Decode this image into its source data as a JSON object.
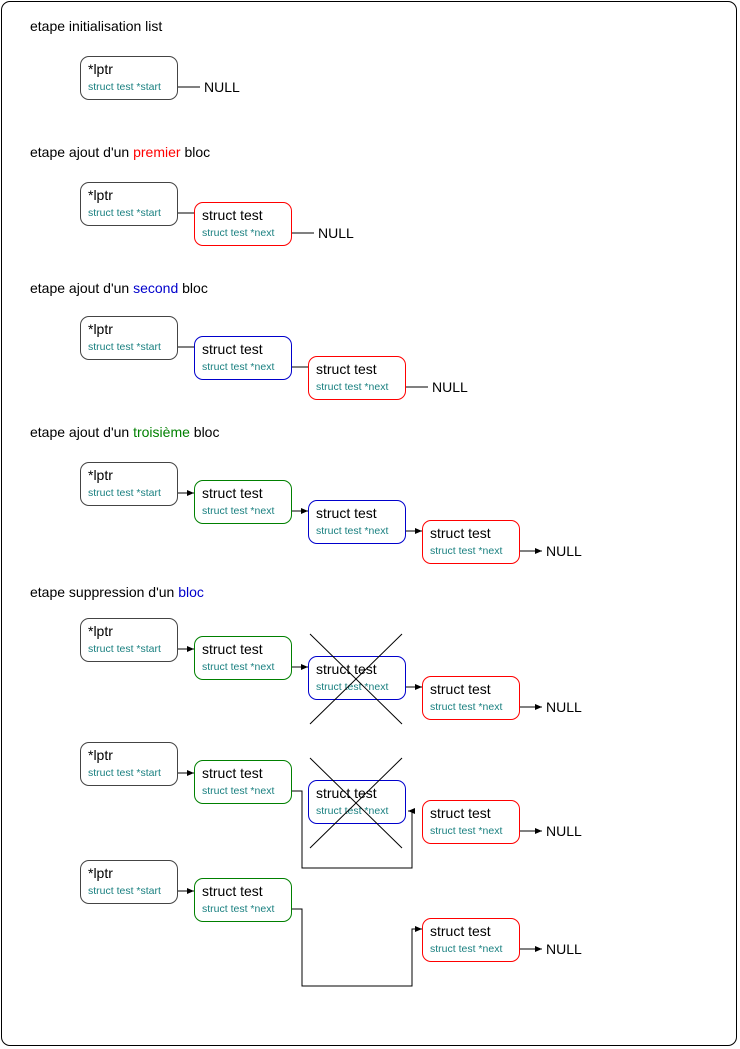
{
  "colors": {
    "border": "#000000",
    "head_box": "#444444",
    "red": "#ff0000",
    "blue": "#0000cc",
    "green": "#008000",
    "teal_text": "#1a8080"
  },
  "labels": {
    "lptr": "*lptr",
    "start": "struct test *start",
    "node": "struct test",
    "next": "struct test *next",
    "null": "NULL"
  },
  "steps": {
    "s1": {
      "pre": "etape initialisation list",
      "hl": "",
      "post": ""
    },
    "s2": {
      "pre": "etape ajout d'un ",
      "hl": "premier",
      "post": " bloc"
    },
    "s3": {
      "pre": "etape ajout d'un ",
      "hl": "second",
      "post": " bloc"
    },
    "s4": {
      "pre": "etape ajout d'un ",
      "hl": "troisième",
      "post": " bloc"
    },
    "s5": {
      "pre": "etape suppression d'un ",
      "hl": "bloc",
      "post": ""
    }
  }
}
